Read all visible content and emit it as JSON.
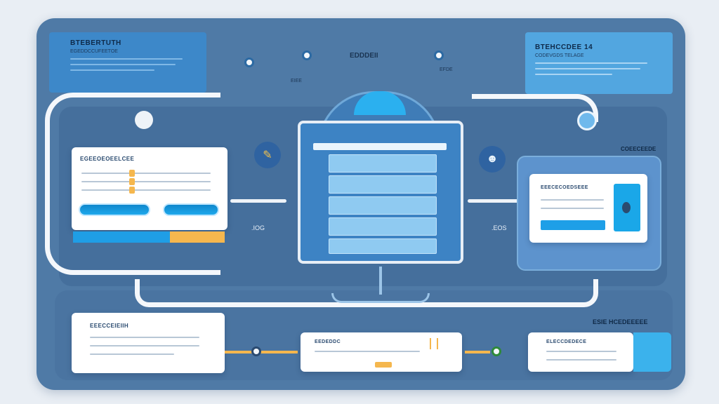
{
  "top_left_panel": {
    "title": "BTEBERTUTH",
    "subtitle": "EGEDDCCUFEETOE"
  },
  "top_right_panel": {
    "title": "BTEHCCDEE 14",
    "subtitle": "CODEVGDS TELAGE"
  },
  "top_center": {
    "title": "EDDDEII",
    "sub_a": "EIEE",
    "sub_b": "EFDE"
  },
  "left_card": {
    "title": "EGEEOEOEELCEE"
  },
  "right_card": {
    "title": "EEECECOEDSEEE"
  },
  "labels": {
    "left_value": ".IOG",
    "right_value": ".EOS",
    "right_section": "COEECEEDE",
    "bottom_right": "ESIE HCEDEEEEE"
  },
  "bottom_left_card": {
    "title": "EEECCEIEIIH"
  },
  "bottom_mid_card": {
    "title": "EEDEDDC"
  },
  "bottom_right_card": {
    "title": "ELECCDEDECE"
  },
  "colors": {
    "frame": "#4f7aa6",
    "accent_blue": "#1fa9ec",
    "accent_orange": "#f5b74e"
  },
  "icons": [
    "plug-icon",
    "key-icon",
    "user-icon",
    "pin-icon",
    "database-icon"
  ]
}
